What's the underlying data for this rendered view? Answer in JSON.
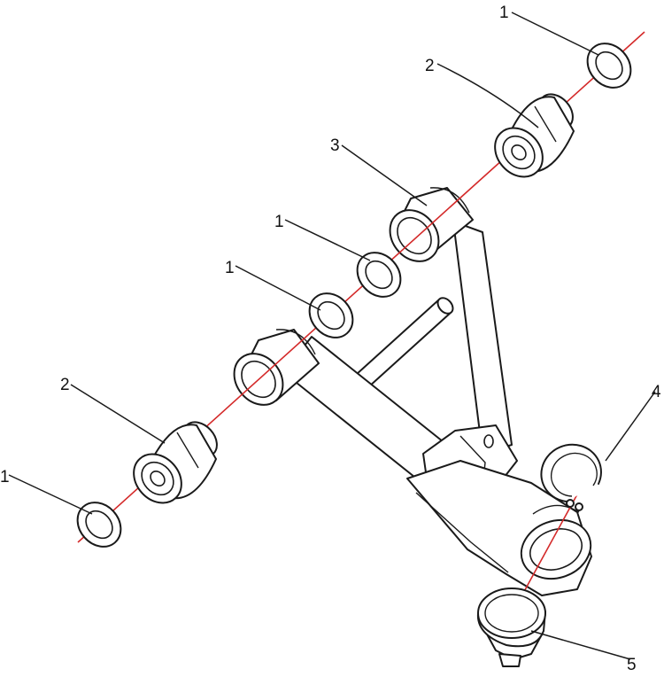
{
  "callouts": {
    "washer_top_right": "1",
    "bushing_top_right": "2",
    "pivot_tube_right": "3",
    "washer_mid_upper": "1",
    "washer_mid_lower": "1",
    "bushing_left": "2",
    "washer_bottom_left": "1",
    "snap_ring": "4",
    "ball_joint": "5"
  },
  "colors": {
    "axis_line": "#d42a2a",
    "outline": "#1a1a1a",
    "background": "#ffffff"
  }
}
